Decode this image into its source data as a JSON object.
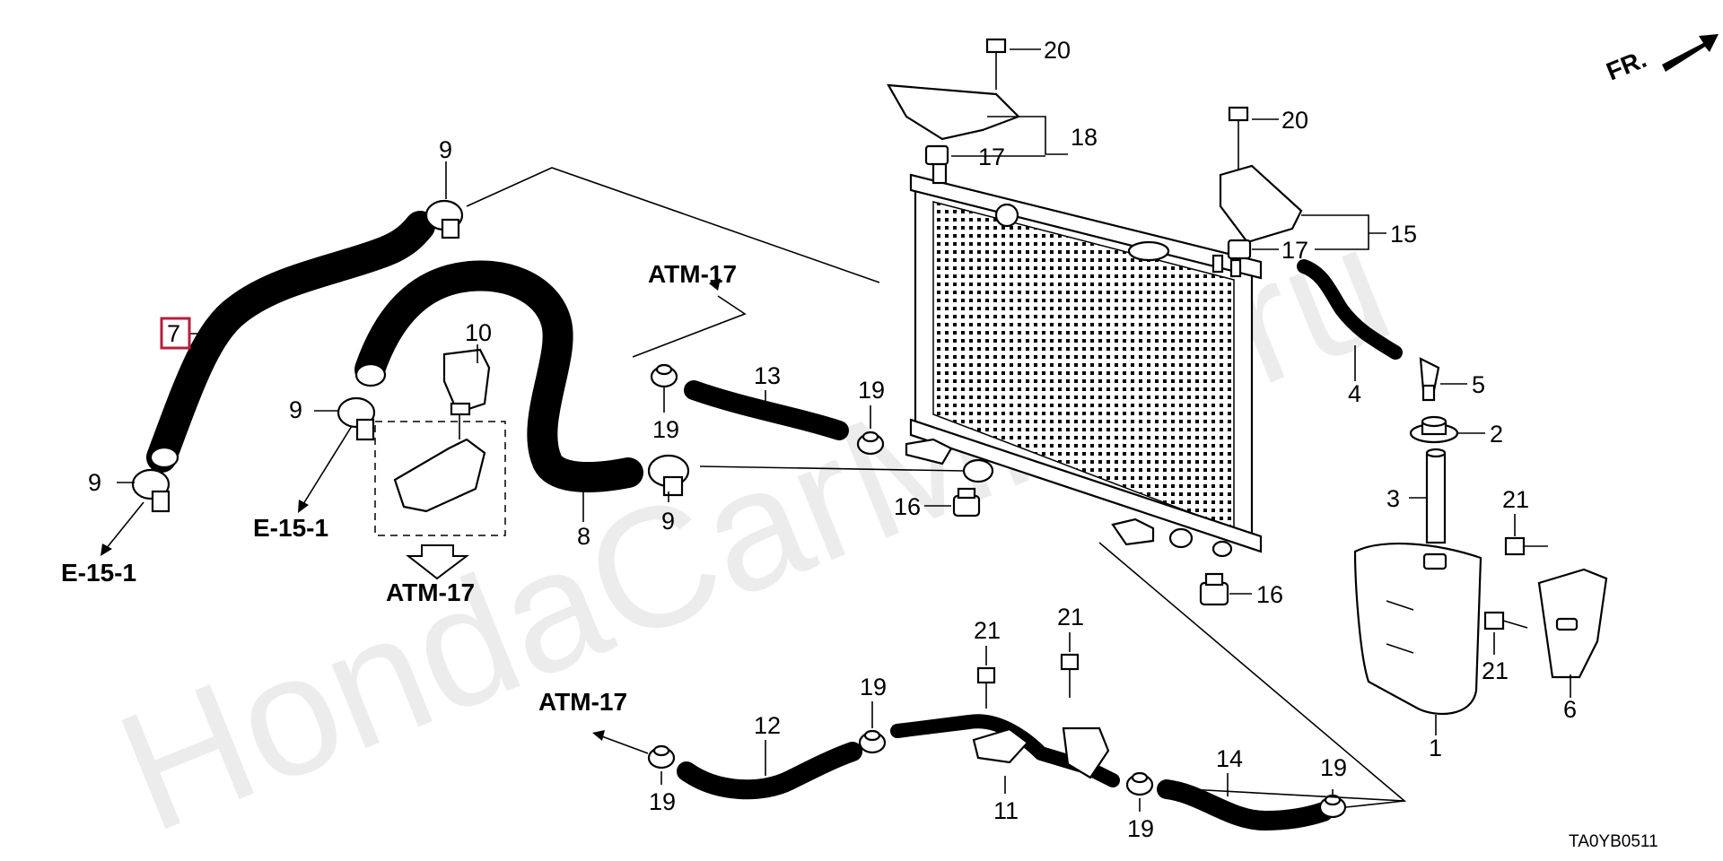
{
  "watermark": "HondaCarMine.ru",
  "diagram_code": "TA0YB0511",
  "front_indicator": "FR.",
  "highlight_color": "#b5203c",
  "references": {
    "atm_top": "ATM-17",
    "atm_dashed": "ATM-17",
    "atm_bottom": "ATM-17",
    "e15_left": "E-15-1",
    "e15_mid": "E-15-1"
  },
  "callouts": {
    "p1": "1",
    "p2": "2",
    "p3": "3",
    "p4": "4",
    "p5": "5",
    "p6": "6",
    "p7": "7",
    "p8": "8",
    "p9a": "9",
    "p9b": "9",
    "p9c": "9",
    "p9d": "9",
    "p10": "10",
    "p11": "11",
    "p12": "12",
    "p13": "13",
    "p14": "14",
    "p15": "15",
    "p16a": "16",
    "p16b": "16",
    "p17a": "17",
    "p17b": "17",
    "p18": "18",
    "p19a": "19",
    "p19b": "19",
    "p19c": "19",
    "p19d": "19",
    "p19e": "19",
    "p19f": "19",
    "p20a": "20",
    "p20b": "20",
    "p21a": "21",
    "p21b": "21",
    "p21c": "21",
    "p21d": "21"
  }
}
